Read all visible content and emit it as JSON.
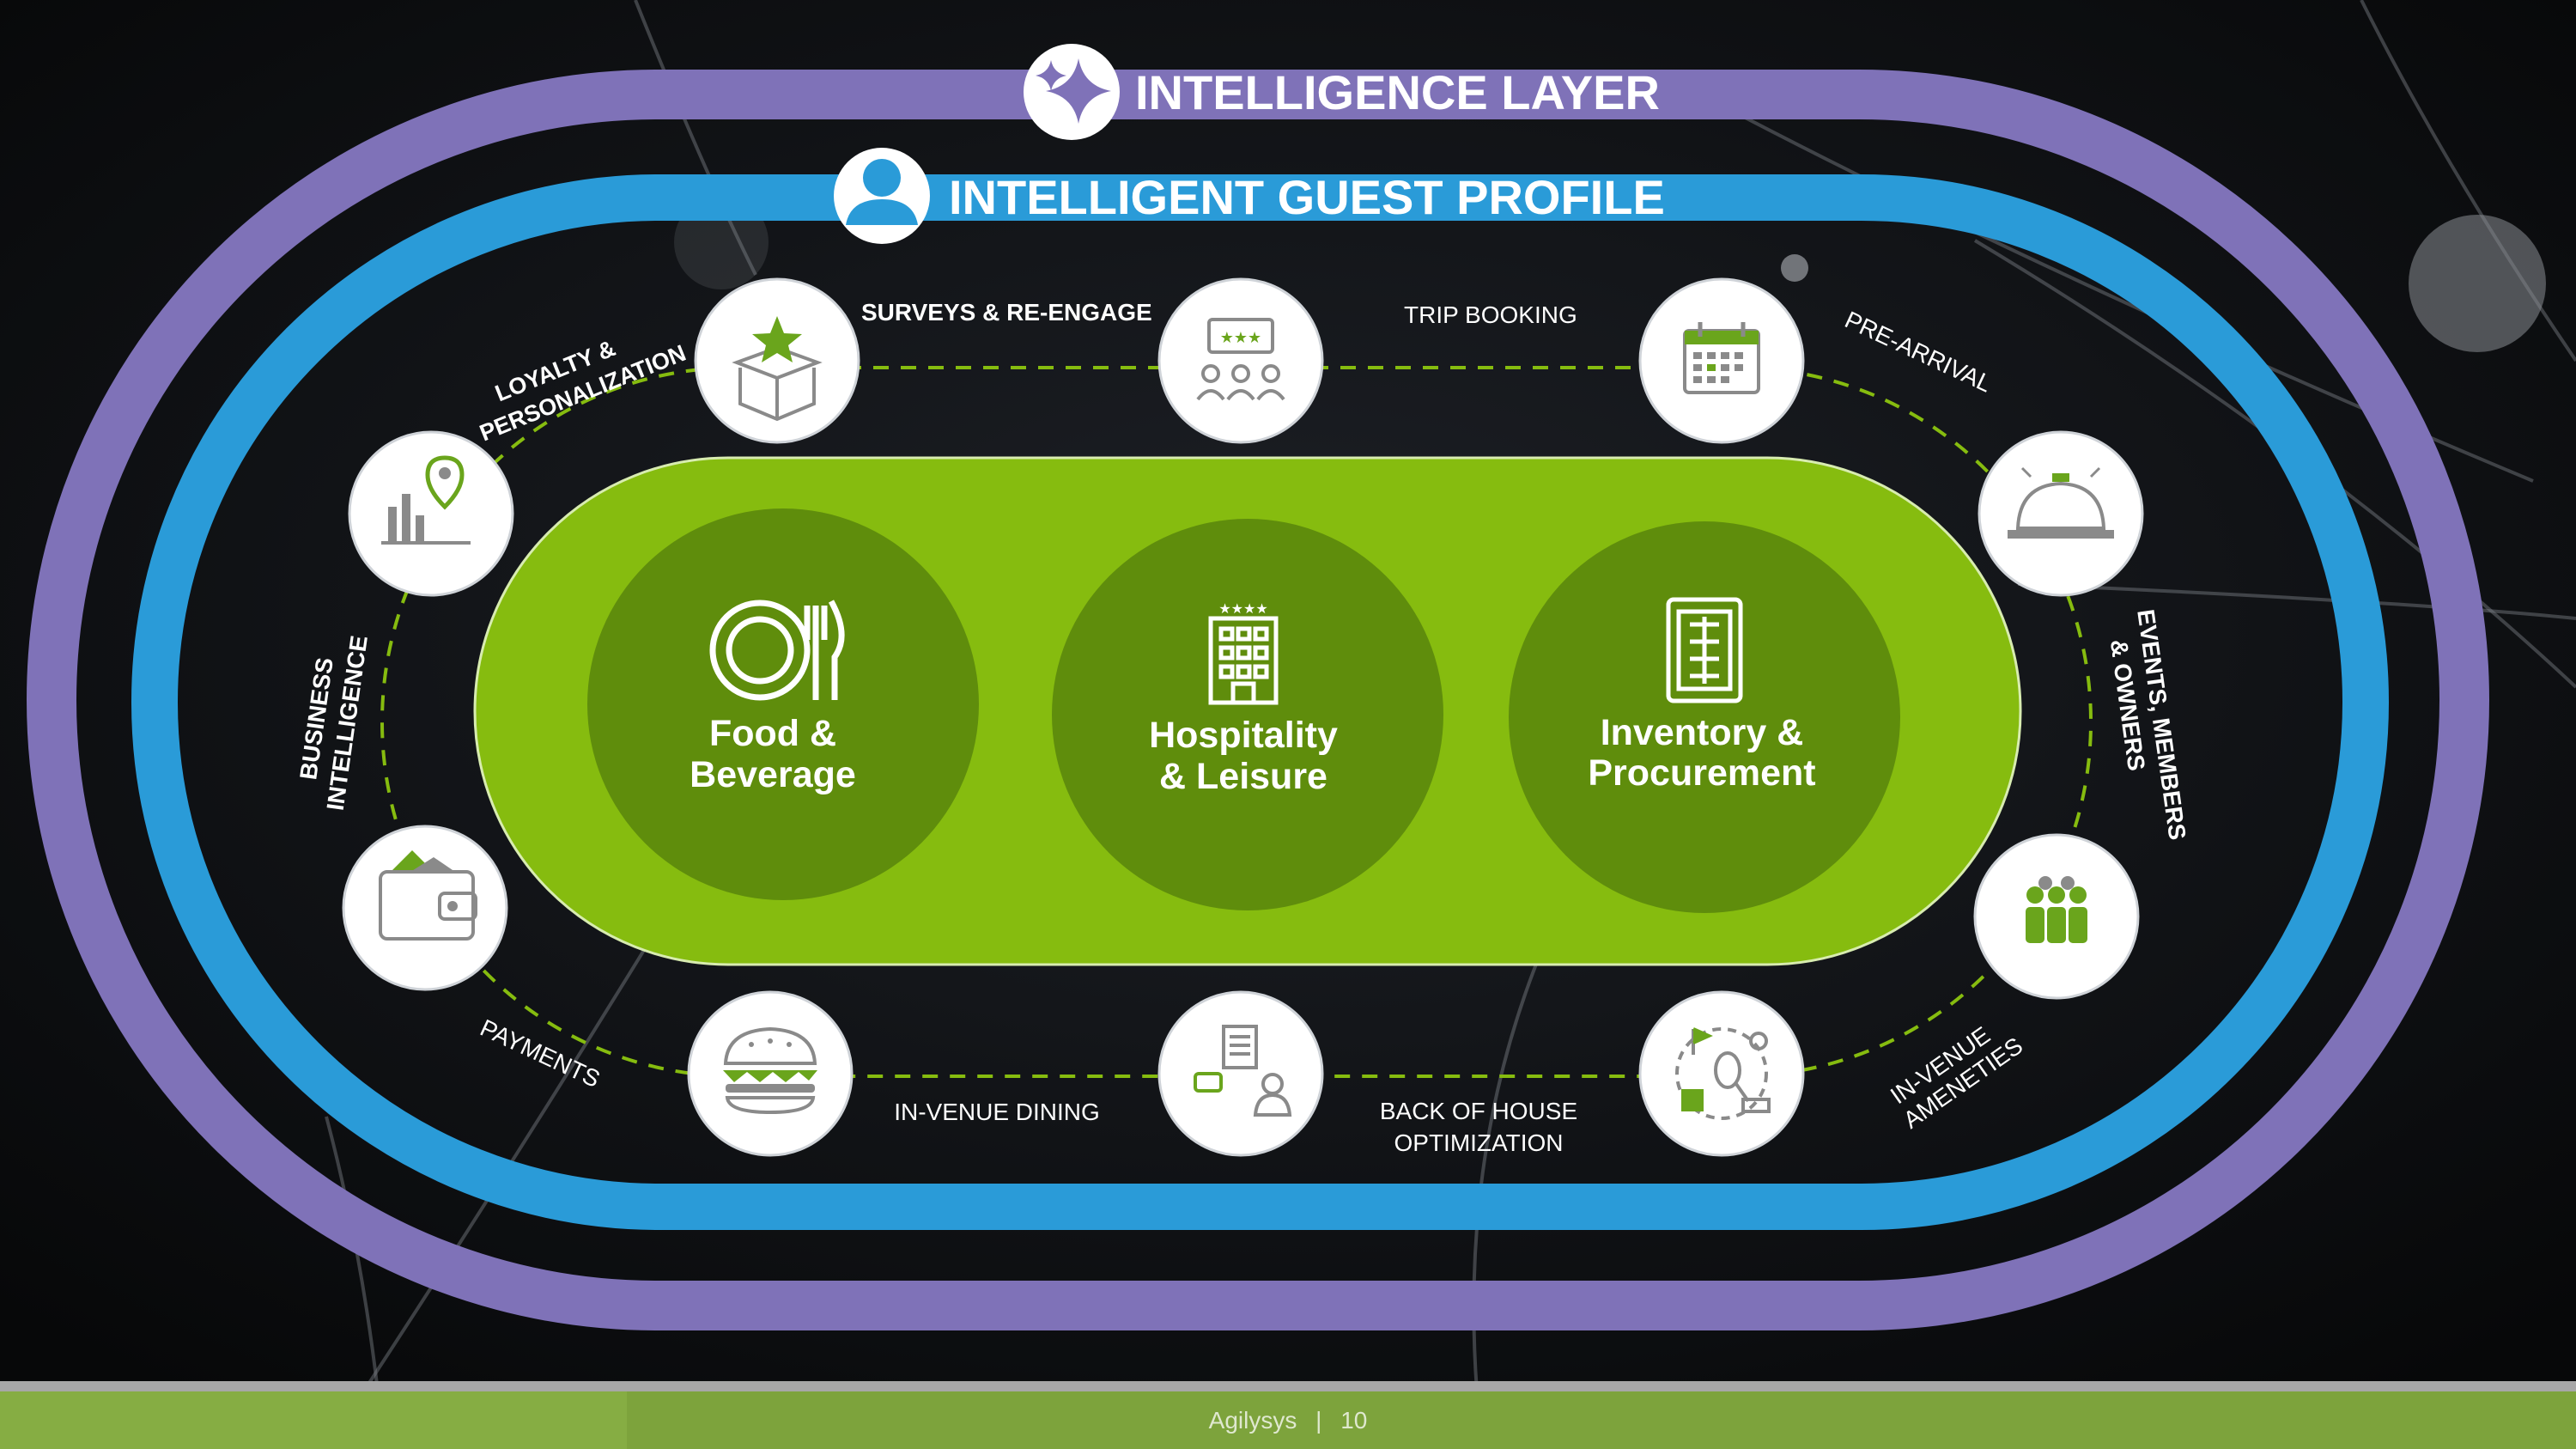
{
  "colors": {
    "background": "#0b0c0f",
    "outer_ring": "#7f72b8",
    "inner_ring": "#2a9bd8",
    "core": "#86bc0f",
    "hub": "#5f8d0c",
    "icon_green": "#6aa51c",
    "icon_gray": "#8a8a8a",
    "footer": "#7da33c"
  },
  "layers": {
    "outer_title": "INTELLIGENCE LAYER",
    "outer_icon": "sparkles-icon",
    "inner_title": "INTELLIGENT GUEST PROFILE",
    "inner_icon": "person-icon"
  },
  "hubs": [
    {
      "line1": "Food &",
      "line2": "Beverage",
      "icon": "plate-fork-knife-icon"
    },
    {
      "line1": "Hospitality",
      "line2": "& Leisure",
      "icon": "hotel-building-icon"
    },
    {
      "line1": "Inventory &",
      "line2": "Procurement",
      "icon": "clipboard-checklist-icon"
    }
  ],
  "touchpoints": {
    "loyalty": [
      "LOYALTY &",
      "PERSONALIZATION"
    ],
    "surveys": "SURVEYS & RE-ENGAGE",
    "trip_booking": "TRIP BOOKING",
    "pre_arrival": "PRE-ARRIVAL",
    "events": [
      "EVENTS, MEMBERS",
      "& OWNERS"
    ],
    "amenities": [
      "IN-VENUE",
      "AMENETIES"
    ],
    "back_of_house": [
      "BACK OF HOUSE",
      "OPTIMIZATION"
    ],
    "dining": "IN-VENUE DINING",
    "payments": "PAYMENTS",
    "business_intelligence": [
      "BUSINESS",
      "INTELLIGENCE"
    ]
  },
  "icons": {
    "gift_star": "gift-box-star-icon",
    "survey_people": "survey-people-rating-icon",
    "calendar": "calendar-icon",
    "service_bell": "service-bell-icon",
    "group": "group-people-icon",
    "amenities": "golf-tennis-amenities-icon",
    "back_of_house": "staff-documents-icon",
    "burger": "burger-icon",
    "wallet": "wallet-icon",
    "chart_pin": "bar-chart-location-pin-icon"
  },
  "footer": {
    "company": "Agilysys",
    "separator": "|",
    "page": "10"
  }
}
